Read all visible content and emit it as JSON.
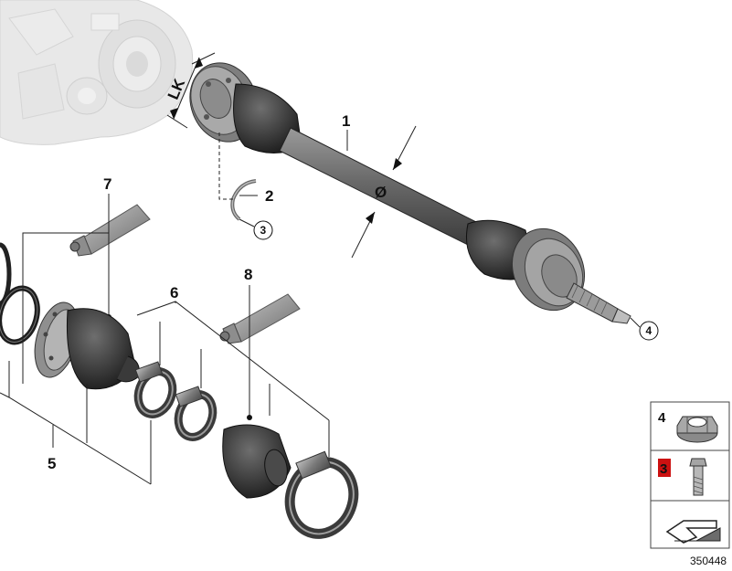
{
  "diagram_id": "350448",
  "dimension_label": "LK",
  "diameter_symbol": "Ø",
  "callouts": {
    "c1": "1",
    "c2": "2",
    "c3": "3",
    "c4": "4",
    "c5": "5",
    "c6": "6",
    "c7": "7",
    "c8": "8"
  },
  "legend": {
    "item_a": "4",
    "item_b": "3",
    "highlight_color": "#cc1111"
  }
}
